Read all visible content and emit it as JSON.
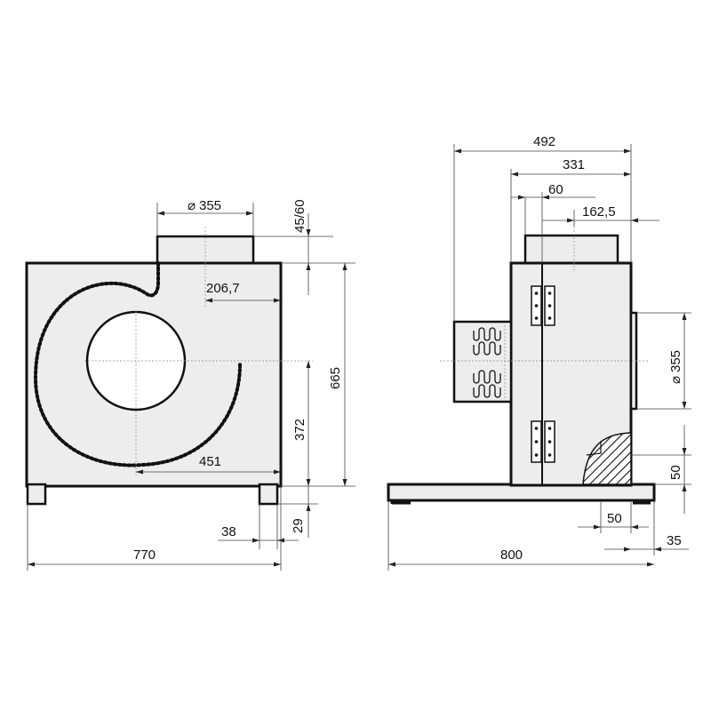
{
  "front_view": {
    "inlet_diameter": "355",
    "outlet_height": "45/60",
    "outlet_offset": "206,7",
    "total_height": "665",
    "center_height": "372",
    "center_offset": "451",
    "foot_width": "38",
    "foot_height": "29",
    "total_width": "770"
  },
  "side_view": {
    "total_depth": "492",
    "body_depth": "331",
    "outlet_offset": "60",
    "outlet_center": "162,5",
    "outlet_diameter": "355",
    "wedge_height": "50",
    "base_step": "50",
    "base_overhang": "35",
    "base_length": "800"
  },
  "symbols": {
    "diameter": "⌀"
  }
}
